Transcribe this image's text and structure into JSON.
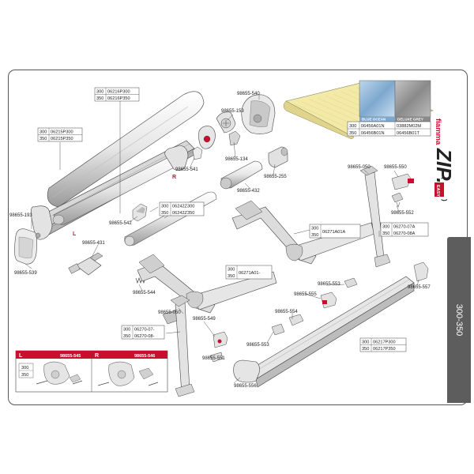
{
  "brand": {
    "name": "fiamma",
    "product": "ZIP.",
    "easy": "EASY",
    "range": "300-350"
  },
  "labels": {
    "p193": "98655-193",
    "p539": "98655-539",
    "p541": "98655-541",
    "p542": "98655-542",
    "p431": "98655-431",
    "p544": "98655-544",
    "p540": "98655-540",
    "p153": "98655-153",
    "p134": "98655-134",
    "p255": "98655-255",
    "p432": "98655-432",
    "p050a": "98655-050",
    "p550": "98655-550",
    "p552": "98655-552",
    "p557": "98655-557",
    "p553a": "98655-553",
    "p555": "98655-555",
    "p554": "98655-554",
    "p553b": "98655-553",
    "p050b": "98655-050",
    "p549": "98655-549",
    "p551": "98655-551",
    "p556": "98655-556",
    "R": "R",
    "L": "L"
  },
  "tables": {
    "t216": {
      "r1": [
        "300",
        "06216P300"
      ],
      "r2": [
        "350",
        "06216P350"
      ]
    },
    "t215": {
      "r1": [
        "300",
        "06215P300"
      ],
      "r2": [
        "350",
        "06215P350"
      ]
    },
    "t242": {
      "r1": [
        "300",
        "06242Z300"
      ],
      "r2": [
        "350",
        "06242Z350"
      ]
    },
    "t271a": {
      "size": "300\n350",
      "code": "06271A01A"
    },
    "t270r": {
      "r1": [
        "300",
        "06270-07A"
      ],
      "r2": [
        "350",
        "06270-08A"
      ]
    },
    "t271b": {
      "size": "300\n350",
      "code": "06271A01-"
    },
    "t270l": {
      "r1": [
        "300",
        "06270-07-"
      ],
      "r2": [
        "350",
        "06270-08-"
      ]
    },
    "t217": {
      "r1": [
        "300",
        "06217P300"
      ],
      "r2": [
        "350",
        "06217P350"
      ]
    },
    "fabric": {
      "h1": "BLUE OCEAN",
      "h2": "DELUXE GREY",
      "r1": [
        "300",
        "06456A01N",
        "03882M02M"
      ],
      "r2": [
        "350",
        "06456B01N",
        "06456B01T"
      ]
    },
    "kit": {
      "L": "L",
      "Lcode": "98655-545",
      "R": "R",
      "Rcode": "98655-546",
      "s1": "300",
      "s2": "350"
    }
  },
  "colors": {
    "red": "#c8102e",
    "blue": "#8fb7d8",
    "grey": "#9c9c9c",
    "fabric": "#f3eaa8",
    "tab": "#5d5d5d"
  }
}
